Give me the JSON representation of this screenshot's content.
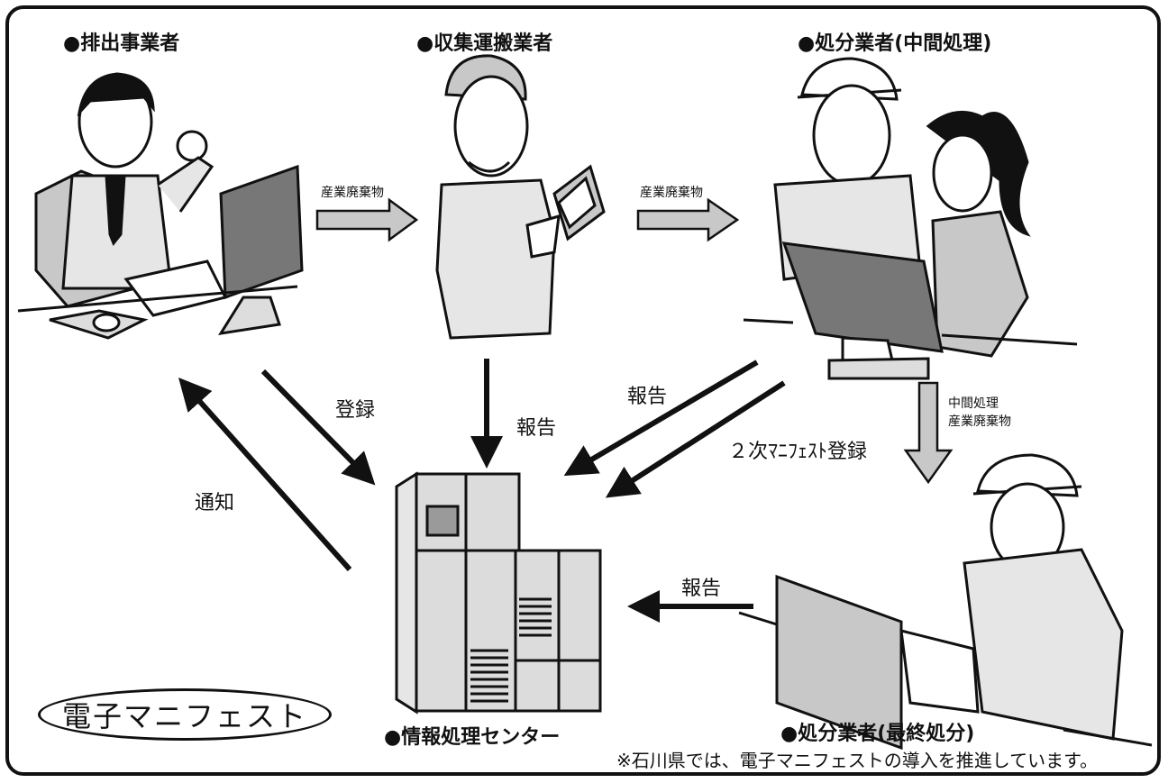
{
  "roles": {
    "emitter": "●排出事業者",
    "collector": "●収集運搬業者",
    "intermediate": "●処分業者(中間処理)",
    "final": "●処分業者(最終処分)",
    "center": "●情報処理センター"
  },
  "flows": {
    "waste1": "産業廃棄物",
    "waste2": "産業廃棄物",
    "intermediate_waste_line1": "中間処理",
    "intermediate_waste_line2": "産業廃棄物",
    "register": "登録",
    "notify": "通知",
    "report_collector": "報告",
    "report_intermediate": "報告",
    "secondary_manifest": "２次ﾏﾆﾌｪｽﾄ登録",
    "report_final": "報告"
  },
  "badge": "電子マニフェスト",
  "footnote": "※石川県では、電子マニフェストの導入を推進しています。",
  "colors": {
    "frame": "#111111",
    "fill_gray": "#c8c8c8",
    "fill_light": "#e6e6e6"
  },
  "icons": [
    "office-worker-icon",
    "collector-worker-icon",
    "intermediate-workers-icon",
    "final-worker-icon",
    "server-icon"
  ]
}
